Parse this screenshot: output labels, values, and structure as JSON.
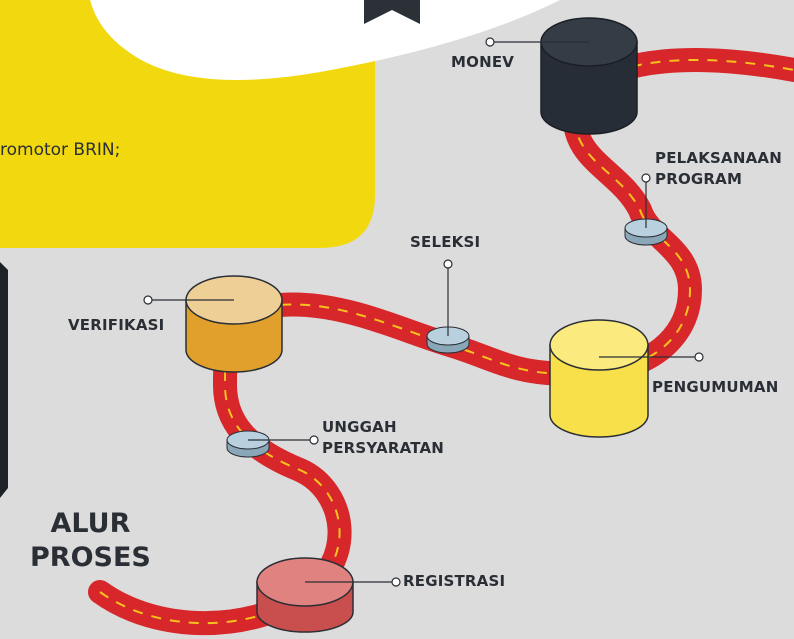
{
  "intro_text": "romotor BRIN;",
  "title": {
    "line1": "ALUR",
    "line2": "PROSES"
  },
  "steps": {
    "registrasi": "REGISTRASI",
    "unggah_persyaratan": "UNGGAH\nPERSYARATAN",
    "verifikasi": "VERIFIKASI",
    "seleksi": "SELEKSI",
    "pengumuman": "PENGUMUMAN",
    "pelaksanaan_program": "PELAKSANAAN\nPROGRAM",
    "monev": "MONEV"
  },
  "colors": {
    "background": "#dcdcdc",
    "road": "#d8272b",
    "road_dash": "#f6c21c",
    "yellow_panel": "#f2d90f",
    "registrasi": "#e0827f",
    "verifikasi": "#eecf96",
    "pengumuman": "#f8e04a",
    "monev": "#262d36",
    "disc": "#a9c2d2",
    "text": "#2a2e35"
  }
}
